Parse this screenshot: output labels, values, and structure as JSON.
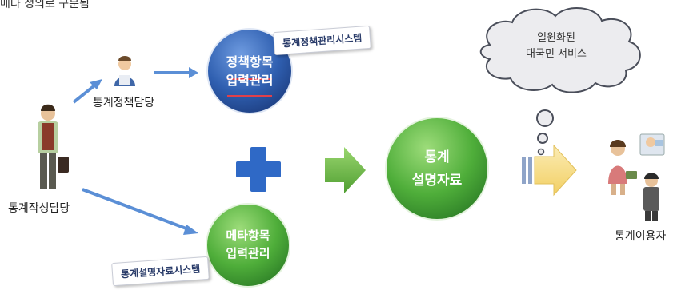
{
  "top_text": "메타 정의로 구분됨",
  "roles": {
    "policy_manager": "통계정책담당",
    "producer": "통계작성담당",
    "users": "통계이용자"
  },
  "circles": {
    "policy_items": [
      "정책항목",
      "입력관리"
    ],
    "meta_items": [
      "메타항목",
      "입력관리"
    ],
    "explanation": [
      "통계",
      "설명자료"
    ]
  },
  "systems": {
    "policy_system": "통계정책관리시스템",
    "explanation_system": "통계설명자료시스템"
  },
  "cloud": {
    "line1": "일원화된",
    "line2": "대국민 서비스"
  },
  "colors": {
    "blue_circle": "#2f5fb0",
    "green_circle": "#4fae3a",
    "arrow_blue": "#5b8fd6",
    "arrow_green": "#6cb84a",
    "plus_blue": "#2f69c6",
    "big_arrow_yellow": "#f6dc86"
  }
}
